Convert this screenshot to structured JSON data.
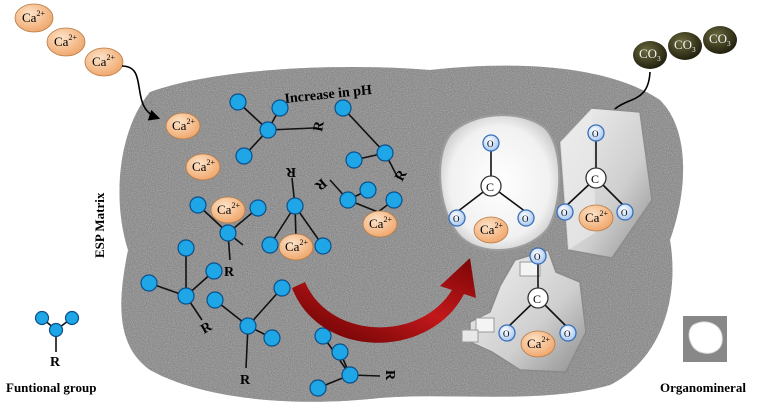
{
  "ions": {
    "calcium": "Ca",
    "calcium_charge": "2+",
    "carbonate": "CO",
    "carbonate_sub": "3",
    "oxygen": "O",
    "carbon": "C"
  },
  "labels": {
    "increase_ph": "Increase in pH",
    "esp_matrix": "ESP Matrix",
    "functional_group_r": "R",
    "functional_group_caption": "Funtional group",
    "organomineral_caption": "Organomineral"
  },
  "colors": {
    "node_fill": "#1ea6e6",
    "calcium_fill": "#f6c69a",
    "carbonate_fill": "#3b3a22",
    "oxygen_fill": "#d9ebff",
    "matrix_fill": "#8a8a8a",
    "arrow_red": "#b00f0f"
  }
}
